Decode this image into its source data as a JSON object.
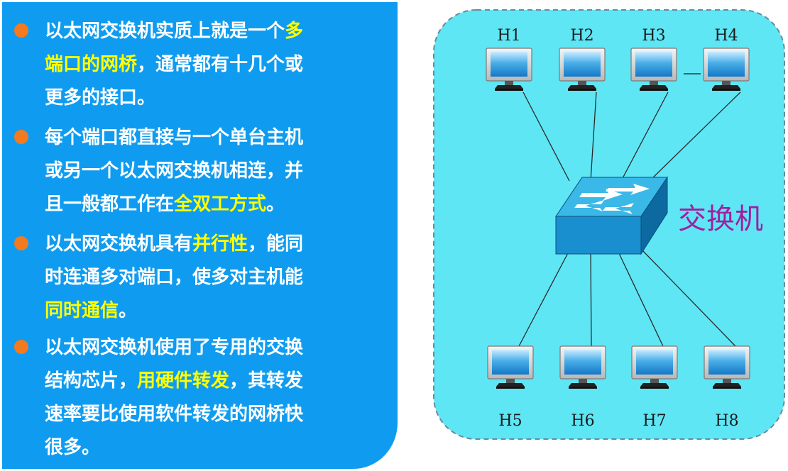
{
  "bullets": [
    {
      "segments": [
        {
          "text": "以太网交换机实质上就是一个",
          "hl": false
        },
        {
          "text": "多",
          "hl": true
        },
        {
          "text": "\n",
          "hl": false
        },
        {
          "text": "端口的网桥",
          "hl": true
        },
        {
          "text": "，通常都有十几个或\n更多的接口。",
          "hl": false
        }
      ]
    },
    {
      "segments": [
        {
          "text": "每个端口都直接与一个单台主机\n或另一个以太网交换机相连，并\n且一般都工作在",
          "hl": false
        },
        {
          "text": "全双工方式",
          "hl": true
        },
        {
          "text": "。",
          "hl": false
        }
      ]
    },
    {
      "segments": [
        {
          "text": "以太网交换机具有",
          "hl": false
        },
        {
          "text": "并行性",
          "hl": true
        },
        {
          "text": "，能同\n时连通多对端口，使多对主机能\n",
          "hl": false
        },
        {
          "text": "同时通信",
          "hl": true
        },
        {
          "text": "。",
          "hl": false
        }
      ]
    },
    {
      "segments": [
        {
          "text": "以太网交换机使用了专用的交换\n结构芯片，",
          "hl": false
        },
        {
          "text": "用硬件转发",
          "hl": true
        },
        {
          "text": "，其转发\n速率要比使用软件转发的网桥快\n很多。",
          "hl": false
        }
      ]
    }
  ],
  "diagram": {
    "switch_label": "交换机",
    "top_hosts": [
      "H1",
      "H2",
      "H3",
      "H4"
    ],
    "bottom_hosts": [
      "H5",
      "H6",
      "H7",
      "H8"
    ],
    "colors": {
      "region_fill": "#5ee6f5",
      "region_border": "#6a8a9a",
      "switch_top": "#3ab8e8",
      "switch_front": "#1a8fcf",
      "switch_side": "#0d6aa0",
      "label": "#a020a0",
      "highlight": "#ffff00",
      "bullet_dot": "#f37a1f",
      "panel": "#0f9cf0"
    }
  }
}
